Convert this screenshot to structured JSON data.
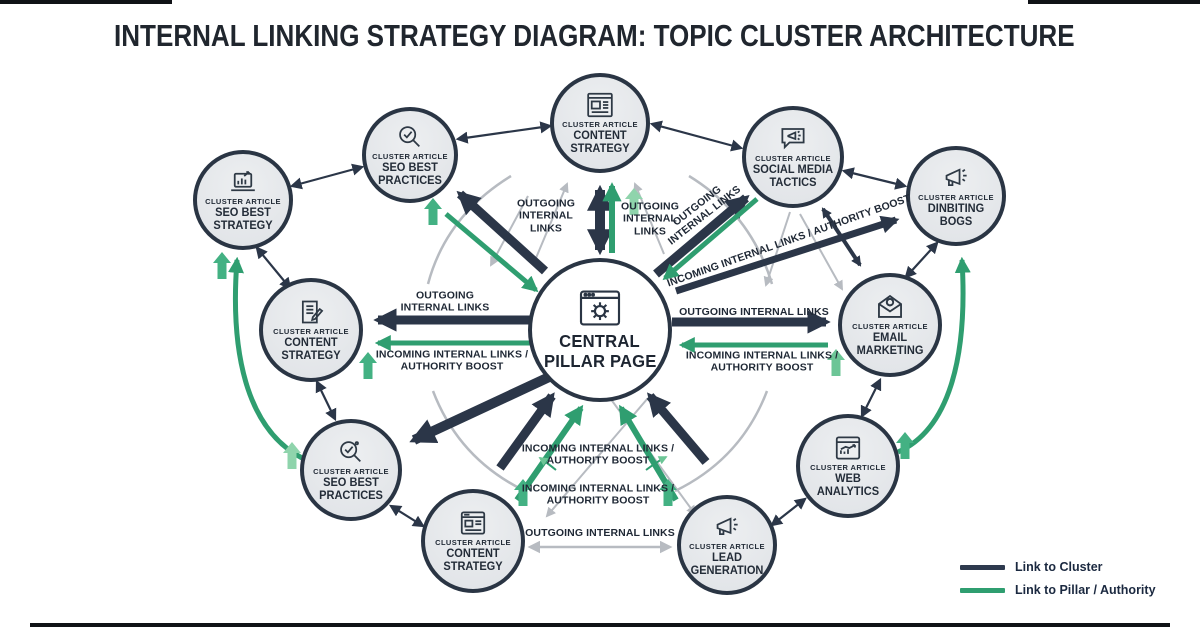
{
  "title": "INTERNAL LINKING STRATEGY DIAGRAM: TOPIC CLUSTER ARCHITECTURE",
  "center": {
    "line1": "CENTRAL",
    "line2": "PILLAR PAGE"
  },
  "nodes": [
    {
      "kicker": "CLUSTER ARTICLE",
      "title": "CONTENT STRATEGY"
    },
    {
      "kicker": "CLUSTER ARTICLE",
      "title": "SEO BEST PRACTICES"
    },
    {
      "kicker": "CLUSTER ARTICLE",
      "title": "SEO BEST STRATEGY"
    },
    {
      "kicker": "CLUSTER ARTICLE",
      "title": "SOCIAL MEDIA TACTICS"
    },
    {
      "kicker": "CLUSTER ARTICLE",
      "title": "DINBITING BOGS"
    },
    {
      "kicker": "CLUSTER ARTICLE",
      "title": "CONTENT STRATEGY"
    },
    {
      "kicker": "CLUSTER ARTICLE",
      "title": "EMAIL MARKETING"
    },
    {
      "kicker": "CLUSTER ARTICLE",
      "title": "SEO BEST PRACTICES"
    },
    {
      "kicker": "CLUSTER ARTICLE",
      "title": "CONTENT STRATEGY"
    },
    {
      "kicker": "CLUSTER ARTICLE",
      "title": "LEAD GENERATION"
    },
    {
      "kicker": "CLUSTER ARTICLE",
      "title": "WEB ANALYTICS"
    }
  ],
  "labels": {
    "outgoing": "OUTGOING INTERNAL LINKS",
    "incoming": "INCOMING INTERNAL LINKS / AUTHORITY BOOST"
  },
  "legend": {
    "cluster": "Link to Cluster",
    "pillar": "Link to Pillar / Authority"
  },
  "colors": {
    "dark": "#2b3648",
    "green": "#2f9e70",
    "green_light": "#8fd4ac",
    "gray": "#b7bbc1",
    "node_fill": "#e4e6e9",
    "node_border": "#2a3544"
  }
}
